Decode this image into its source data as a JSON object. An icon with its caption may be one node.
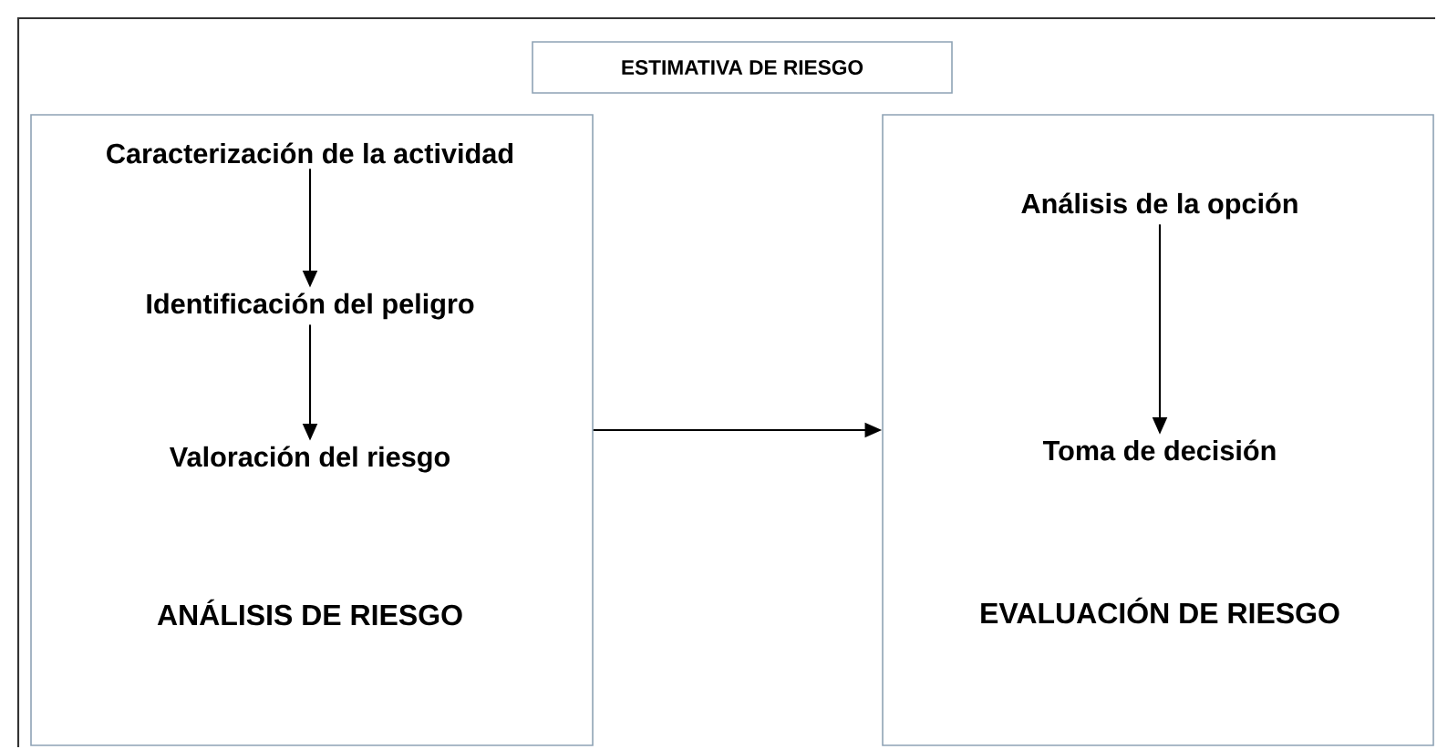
{
  "diagram": {
    "nodes": [
      {
        "text": [
          "ESTIMATIVA DE RIESGO"
        ]
      },
      {
        "text": [
          "ANÁLISIS DE RIESGO"
        ]
      },
      {
        "text": [
          "Caracterización de la actividad"
        ],
        "in": 1
      },
      {
        "text": [
          "Identificación del peligro"
        ],
        "in": 1
      },
      {
        "text": [
          "Valoración del riesgo"
        ],
        "in": 1
      },
      {
        "text": [
          "EVALUACIÓN DE RIESGO"
        ]
      },
      {
        "text": [
          "Análisis de la opción"
        ],
        "in": 5
      },
      {
        "text": [
          "Toma de decisión"
        ],
        "in": 5
      }
    ],
    "edges": [
      {
        "from": 2,
        "to": 3,
        "arrow": "to"
      },
      {
        "from": 3,
        "to": 4,
        "arrow": "to"
      },
      {
        "from": 1,
        "to": 5,
        "arrow": "to"
      },
      {
        "from": 6,
        "to": 7,
        "arrow": "to"
      }
    ]
  }
}
